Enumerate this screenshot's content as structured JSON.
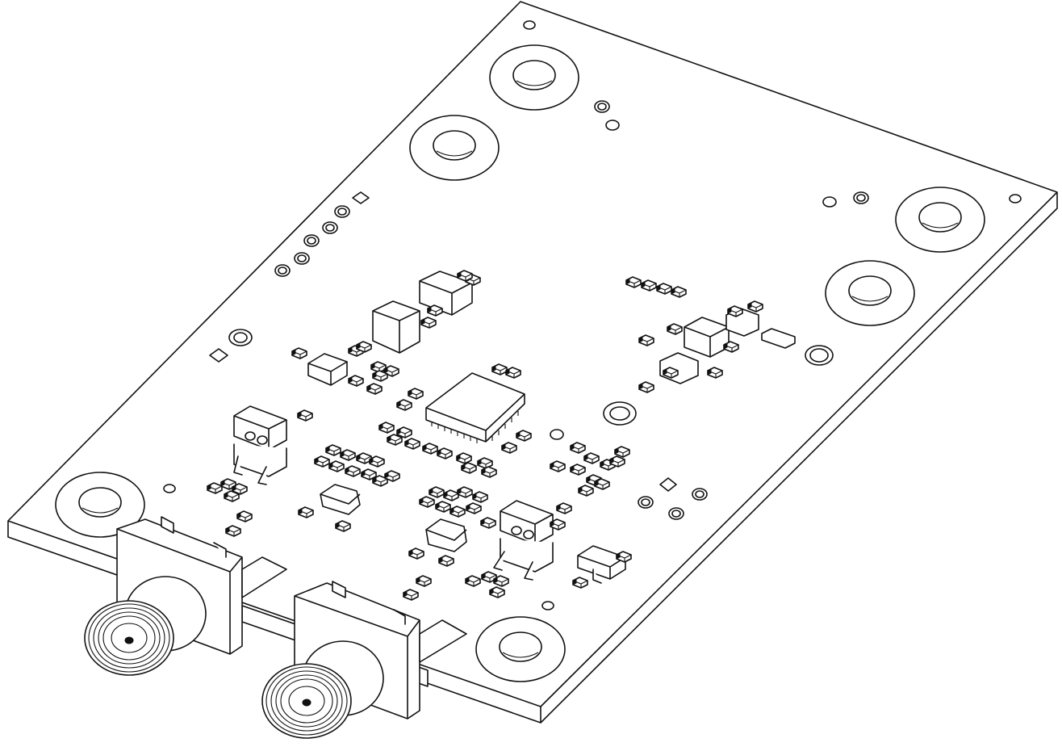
{
  "drawing": {
    "kind": "isometric PCB line drawing",
    "line_color": "#111111",
    "background": "#ffffff"
  },
  "board": {
    "mounting_holes": 7,
    "rf_connectors": 2,
    "large_ics": 1,
    "small_ics": 2,
    "lead_components": 3
  },
  "icons": {
    "board": "pcb-board-icon",
    "connector": "sma-connector-icon",
    "ic": "qfn-chip-icon",
    "passive": "smd-passive-icon"
  }
}
